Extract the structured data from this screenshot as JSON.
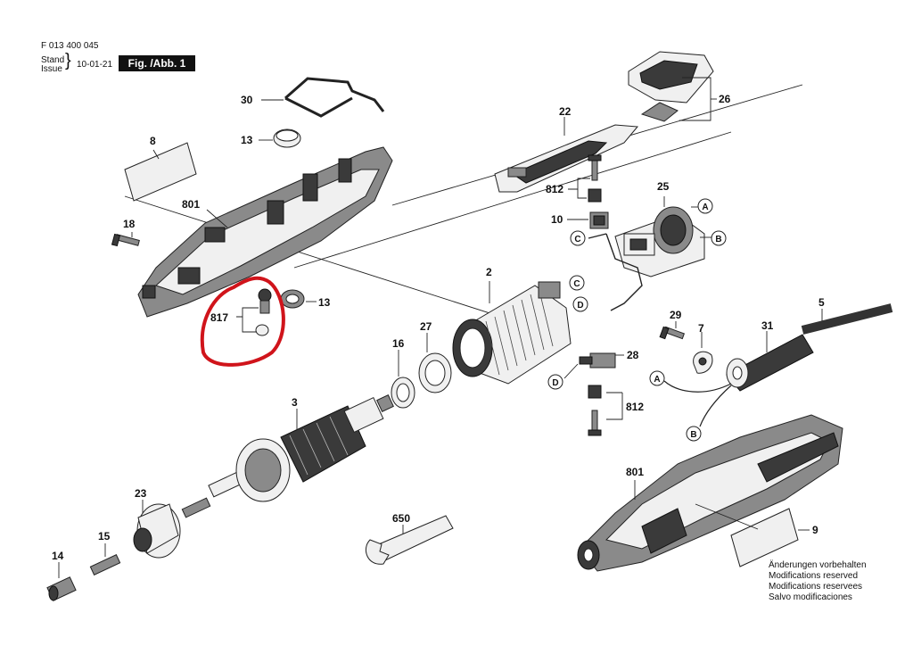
{
  "header": {
    "part_number": "F 013 400 045",
    "stand_label": "Stand",
    "issue_label": "Issue",
    "date": "10-01-21",
    "figure": "Fig. /Abb. 1"
  },
  "labels": {
    "p8": "8",
    "p801a": "801",
    "p18": "18",
    "p30": "30",
    "p13a": "13",
    "p13b": "13",
    "p817": "817",
    "p22": "22",
    "p26": "26",
    "p812a": "812",
    "p25": "25",
    "p10": "10",
    "p2": "2",
    "p27": "27",
    "p16": "16",
    "p3": "3",
    "p23": "23",
    "p15": "15",
    "p14": "14",
    "p650": "650",
    "p28": "28",
    "p812b": "812",
    "p29": "29",
    "p7": "7",
    "p31": "31",
    "p5": "5",
    "p801b": "801",
    "p9": "9"
  },
  "refs": {
    "A": "A",
    "B": "B",
    "C": "C",
    "D": "D"
  },
  "notes": [
    "Änderungen vorbehalten",
    "Modifications reserved",
    "Modifications reservees",
    "Salvo modificaciones"
  ],
  "highlight_color": "#d0141b"
}
